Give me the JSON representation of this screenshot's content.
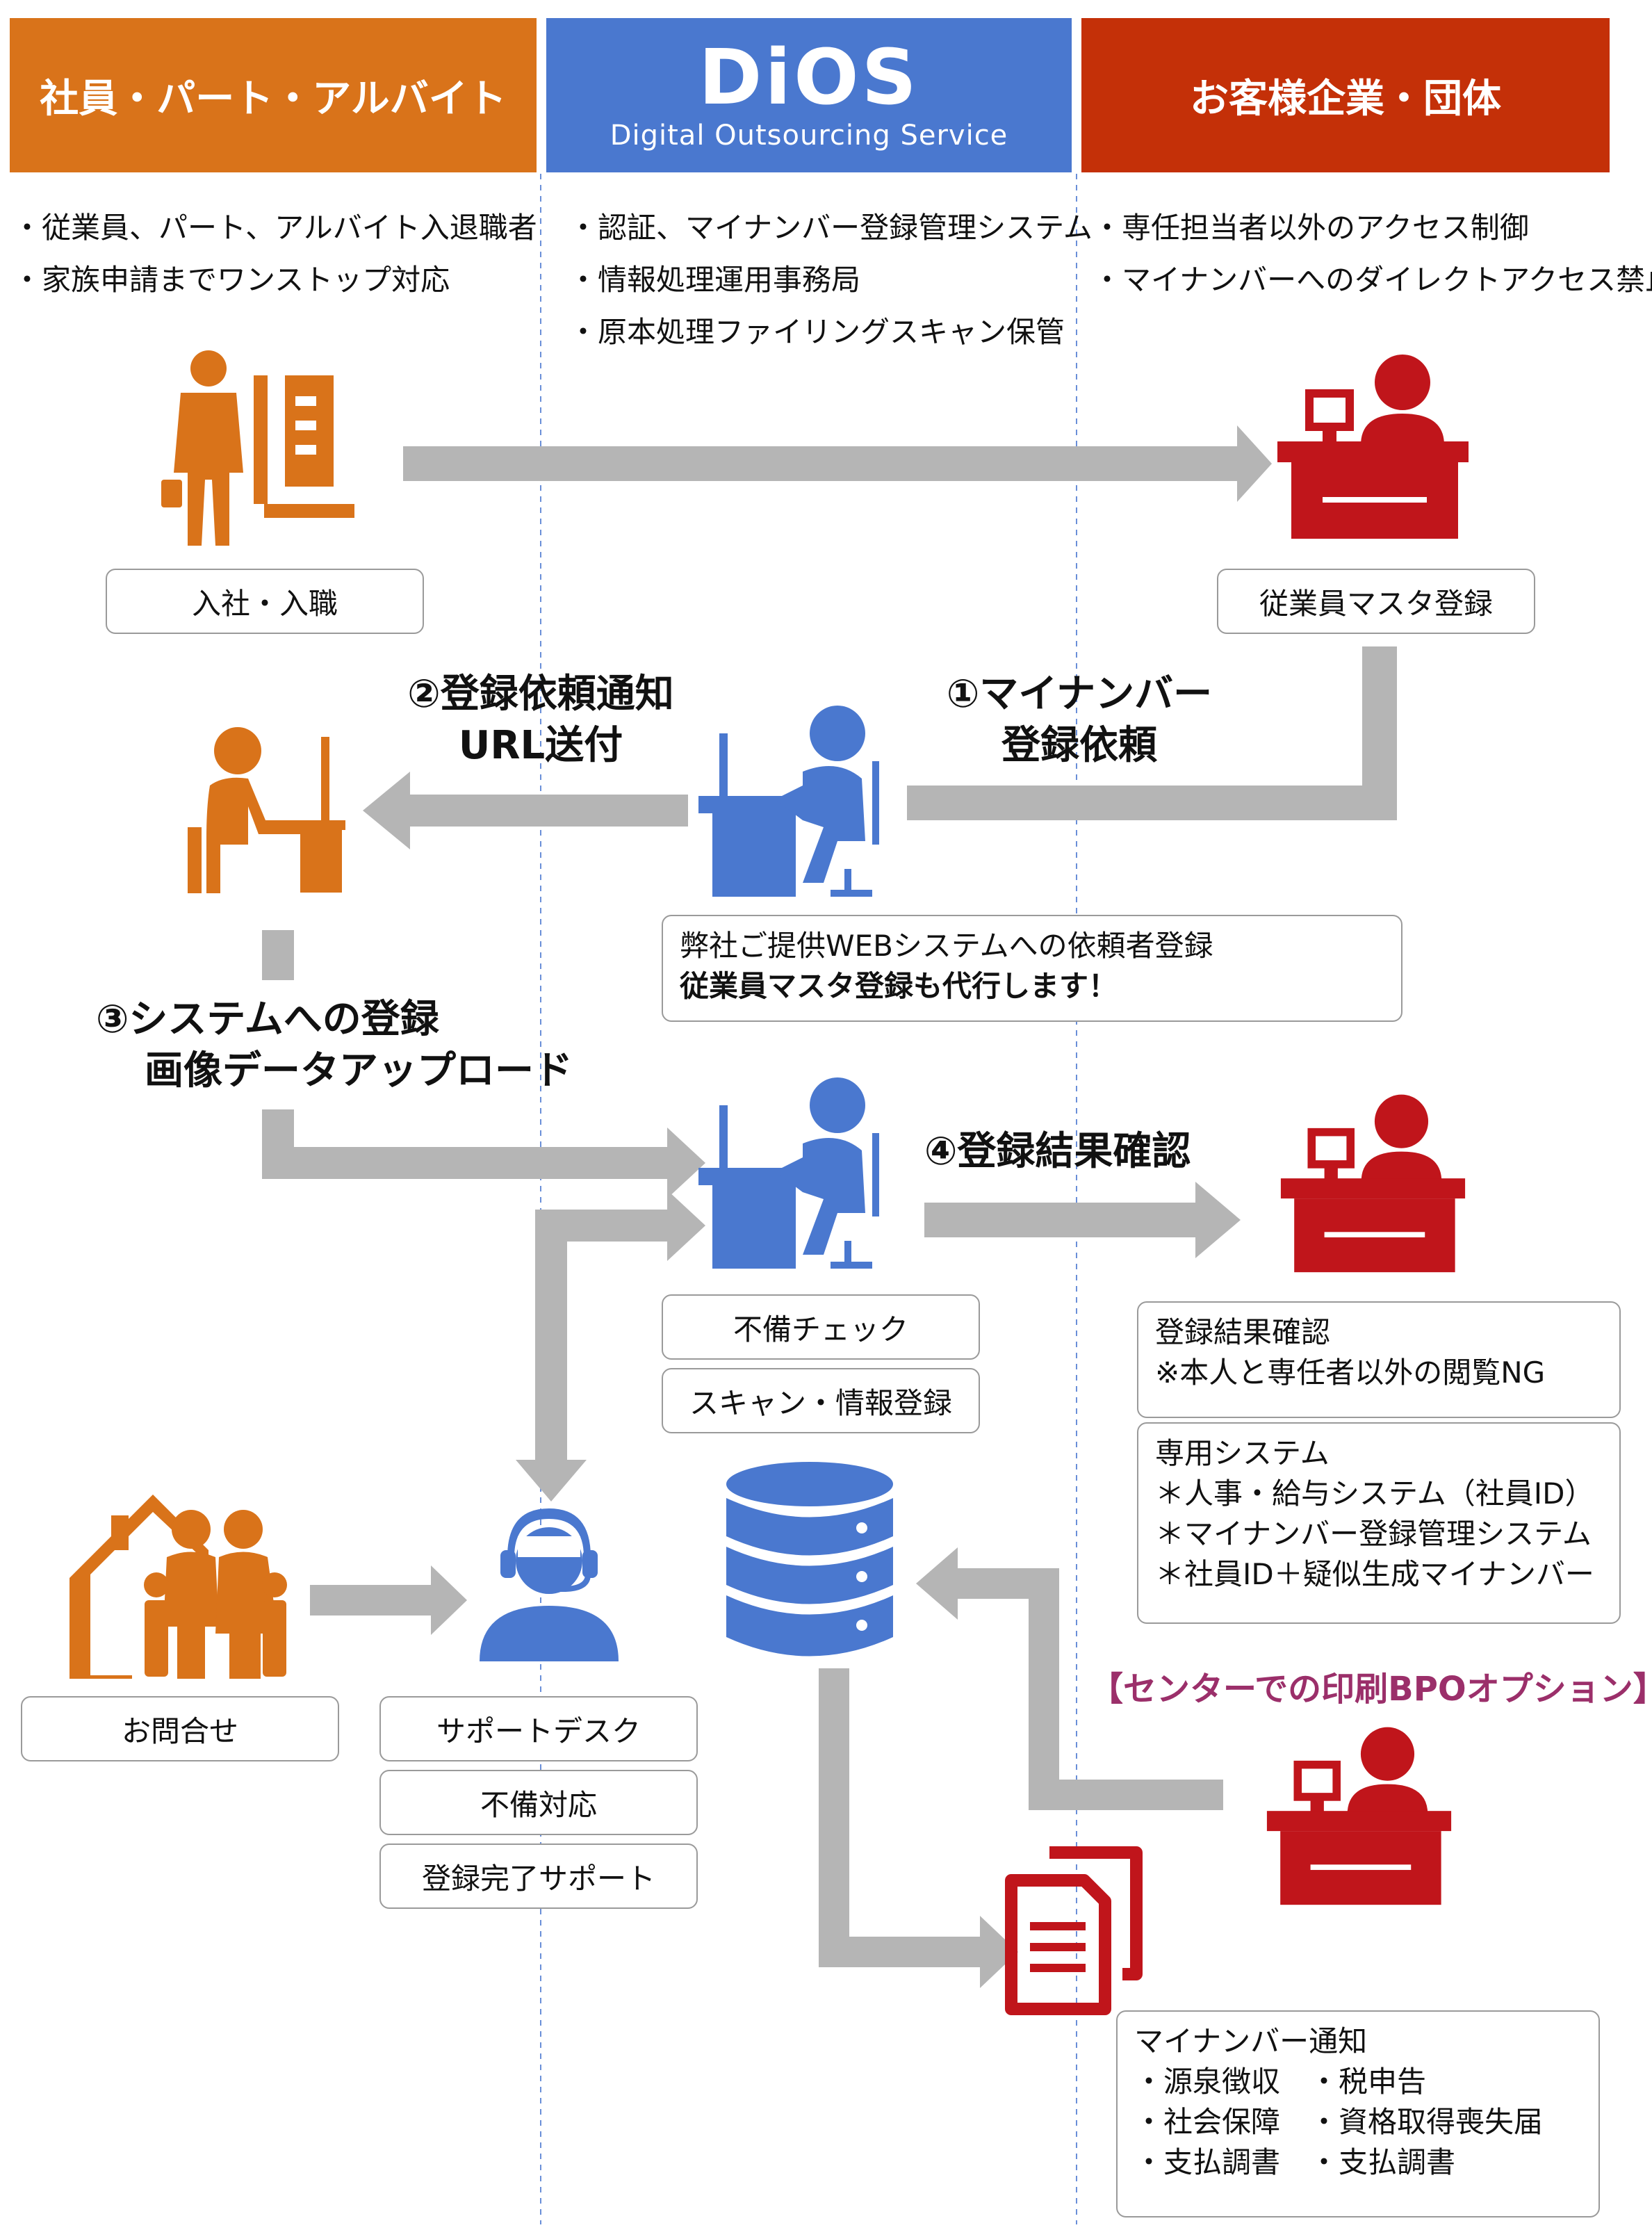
{
  "headers": {
    "left": "社員・パート・アルバイト",
    "center_logo": "DiOS",
    "center_sub": "Digital Outsourcing Service",
    "right": "お客様企業・団体"
  },
  "columns": {
    "left_bullets": [
      "従業員、パート、アルバイト入退職者",
      "家族申請までワンストップ対応"
    ],
    "center_bullets": [
      "認証、マイナンバー登録管理システム",
      "情報処理運用事務局",
      "原本処理ファイリングスキャン保管"
    ],
    "right_bullets": [
      "専任担当者以外のアクセス制御",
      "マイナンバーへのダイレクトアクセス禁止"
    ]
  },
  "boxes": {
    "hire": "入社・入職",
    "master": "従業員マスタ登録",
    "web_line1": "弊社ご提供WEBシステムへの依頼者登録",
    "web_line2": "従業員マスタ登録も代行します！",
    "check": "不備チェック",
    "scan": "スキャン・情報登録",
    "result_line1": "登録結果確認",
    "result_line2": "※本人と専任者以外の閲覧NG",
    "system_line1": "専用システム",
    "system_line2": "＊人事・給与システム（社員ID）",
    "system_line3": "＊マイナンバー登録管理システム",
    "system_line4": "＊社員ID＋疑似生成マイナンバー",
    "inquiry": "お問合せ",
    "support1": "サポートデスク",
    "support2": "不備対応",
    "support3": "登録完了サポート",
    "notice_line1": "マイナンバー通知",
    "notice_line2": "・源泉徴収　・税申告",
    "notice_line3": "・社会保障　・資格取得喪失届",
    "notice_line4": "・支払調書　・支払調書"
  },
  "steps": {
    "s1_line1": "①マイナンバー",
    "s1_line2": "登録依頼",
    "s2_line1": "②登録依頼通知",
    "s2_line2": "URL送付",
    "s3_line1": "③システムへの登録",
    "s3_line2": "画像データアップロード",
    "s4": "④登録結果確認",
    "bpo": "【センターでの印刷BPOオプション】"
  },
  "colors": {
    "orange": "#d9731a",
    "blue": "#4a78cf",
    "red": "#c0151b",
    "arrow_gray": "#b5b5b5",
    "purple": "#9b2f6a"
  }
}
